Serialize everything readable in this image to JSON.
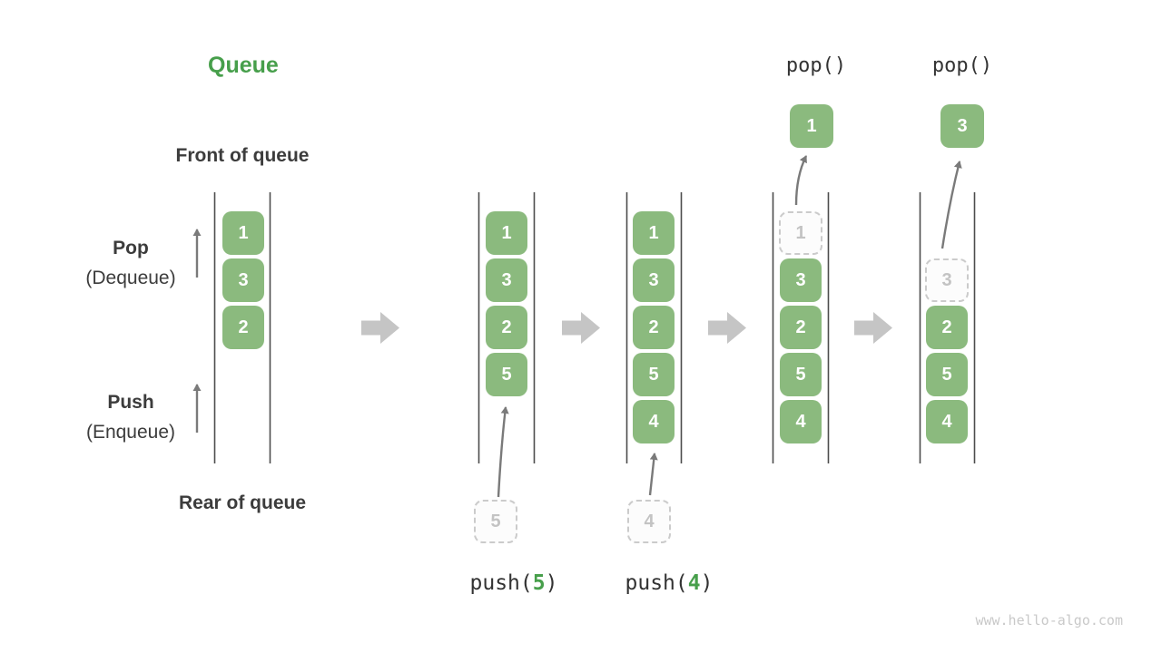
{
  "title": "Queue",
  "watermark": "www.hello-algo.com",
  "labels": {
    "front": "Front of queue",
    "rear": "Rear of queue",
    "pop_main": "Pop",
    "pop_sub": "(Dequeue)",
    "push_main": "Push",
    "push_sub": "(Enqueue)"
  },
  "operations": {
    "push5": {
      "prefix": "push(",
      "arg": "5",
      "suffix": ")"
    },
    "push4": {
      "prefix": "push(",
      "arg": "4",
      "suffix": ")"
    },
    "pop_c4": "pop()",
    "pop_c5": "pop()"
  },
  "columns": {
    "c1": {
      "boxes": [
        "1",
        "3",
        "2"
      ]
    },
    "c2": {
      "boxes": [
        "1",
        "3",
        "2",
        "5"
      ],
      "pending": "5"
    },
    "c3": {
      "boxes": [
        "1",
        "3",
        "2",
        "5",
        "4"
      ],
      "pending": "4"
    },
    "c4": {
      "ghost": "1",
      "boxes": [
        "3",
        "2",
        "5",
        "4"
      ],
      "popped": "1"
    },
    "c5": {
      "ghost": "3",
      "boxes": [
        "2",
        "5",
        "4"
      ],
      "popped": "3"
    }
  },
  "colors": {
    "box_green": "#8bba7e",
    "accent_green": "#479f4b",
    "text_dark": "#3c3c3c",
    "mono_text": "#333333",
    "block_arrow_gray": "#c5c5c5",
    "wall_line_gray": "#4c4c4c",
    "thin_arrow_gray": "#7a7a7a",
    "ghost_border_gray": "#cbcbcb",
    "ghost_text_gray": "#c3c3c3",
    "watermark_gray": "#c9c9c9"
  }
}
